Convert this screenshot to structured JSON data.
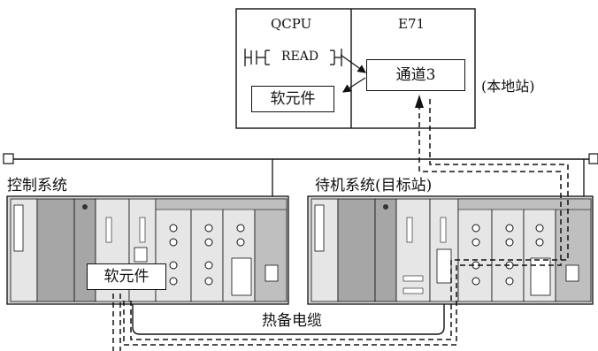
{
  "cpu_box": {
    "qcpu_label": "QCPU",
    "e71_label": "E71",
    "read_instruction": "READ",
    "device_label": "软元件",
    "channel_label": "通道3",
    "local_station_label": "(本地站)"
  },
  "control_system": {
    "label": "控制系统",
    "device_label": "软元件"
  },
  "standby_system": {
    "label": "待机系统(目标站)"
  },
  "cable": {
    "label": "热备电缆"
  },
  "colors": {
    "line": "#111111",
    "rack_fill": "#d9d9d9",
    "module_dark": "#a6a6a6",
    "module_mid": "#bfbfbf",
    "module_light": "#e6e6e6",
    "background": "#ffffff"
  }
}
